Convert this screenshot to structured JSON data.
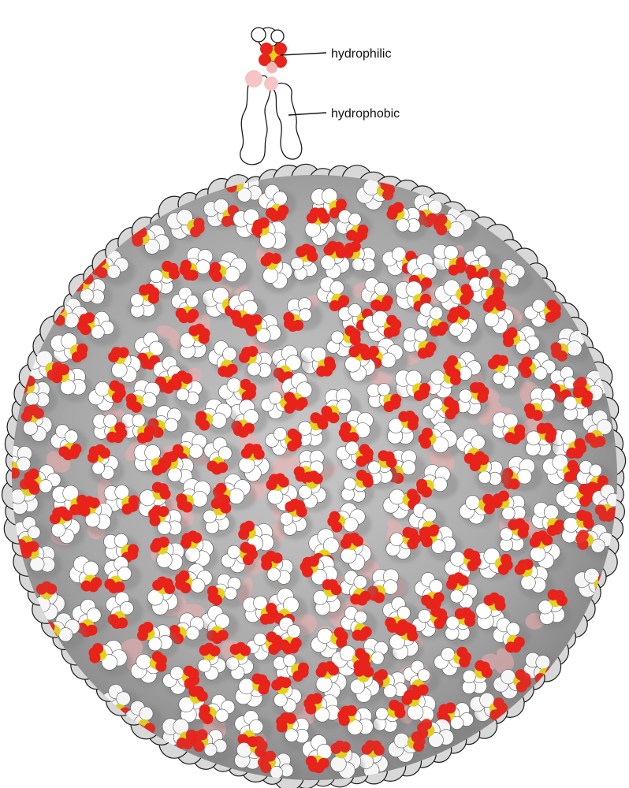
{
  "labels": {
    "hydrophilic": "hydrophilic",
    "hydrophobic": "hydrophobic"
  },
  "colors": {
    "background": "#ffffff",
    "head_oxygen": "#e8231b",
    "head_sulfur": "#e3d21c",
    "tail_fill": "#ffffff",
    "outline": "#1a1a1a",
    "shadow": "#9a9a9a",
    "interior_tint": "#f3b0b0"
  },
  "legend_molecule": {
    "parts": [
      "hydrophilic-head",
      "hydrophobic-tails"
    ]
  },
  "micelle": {
    "description_parts": [
      "hydrophilic-heads-outside",
      "hydrophobic-tails-inside"
    ]
  }
}
